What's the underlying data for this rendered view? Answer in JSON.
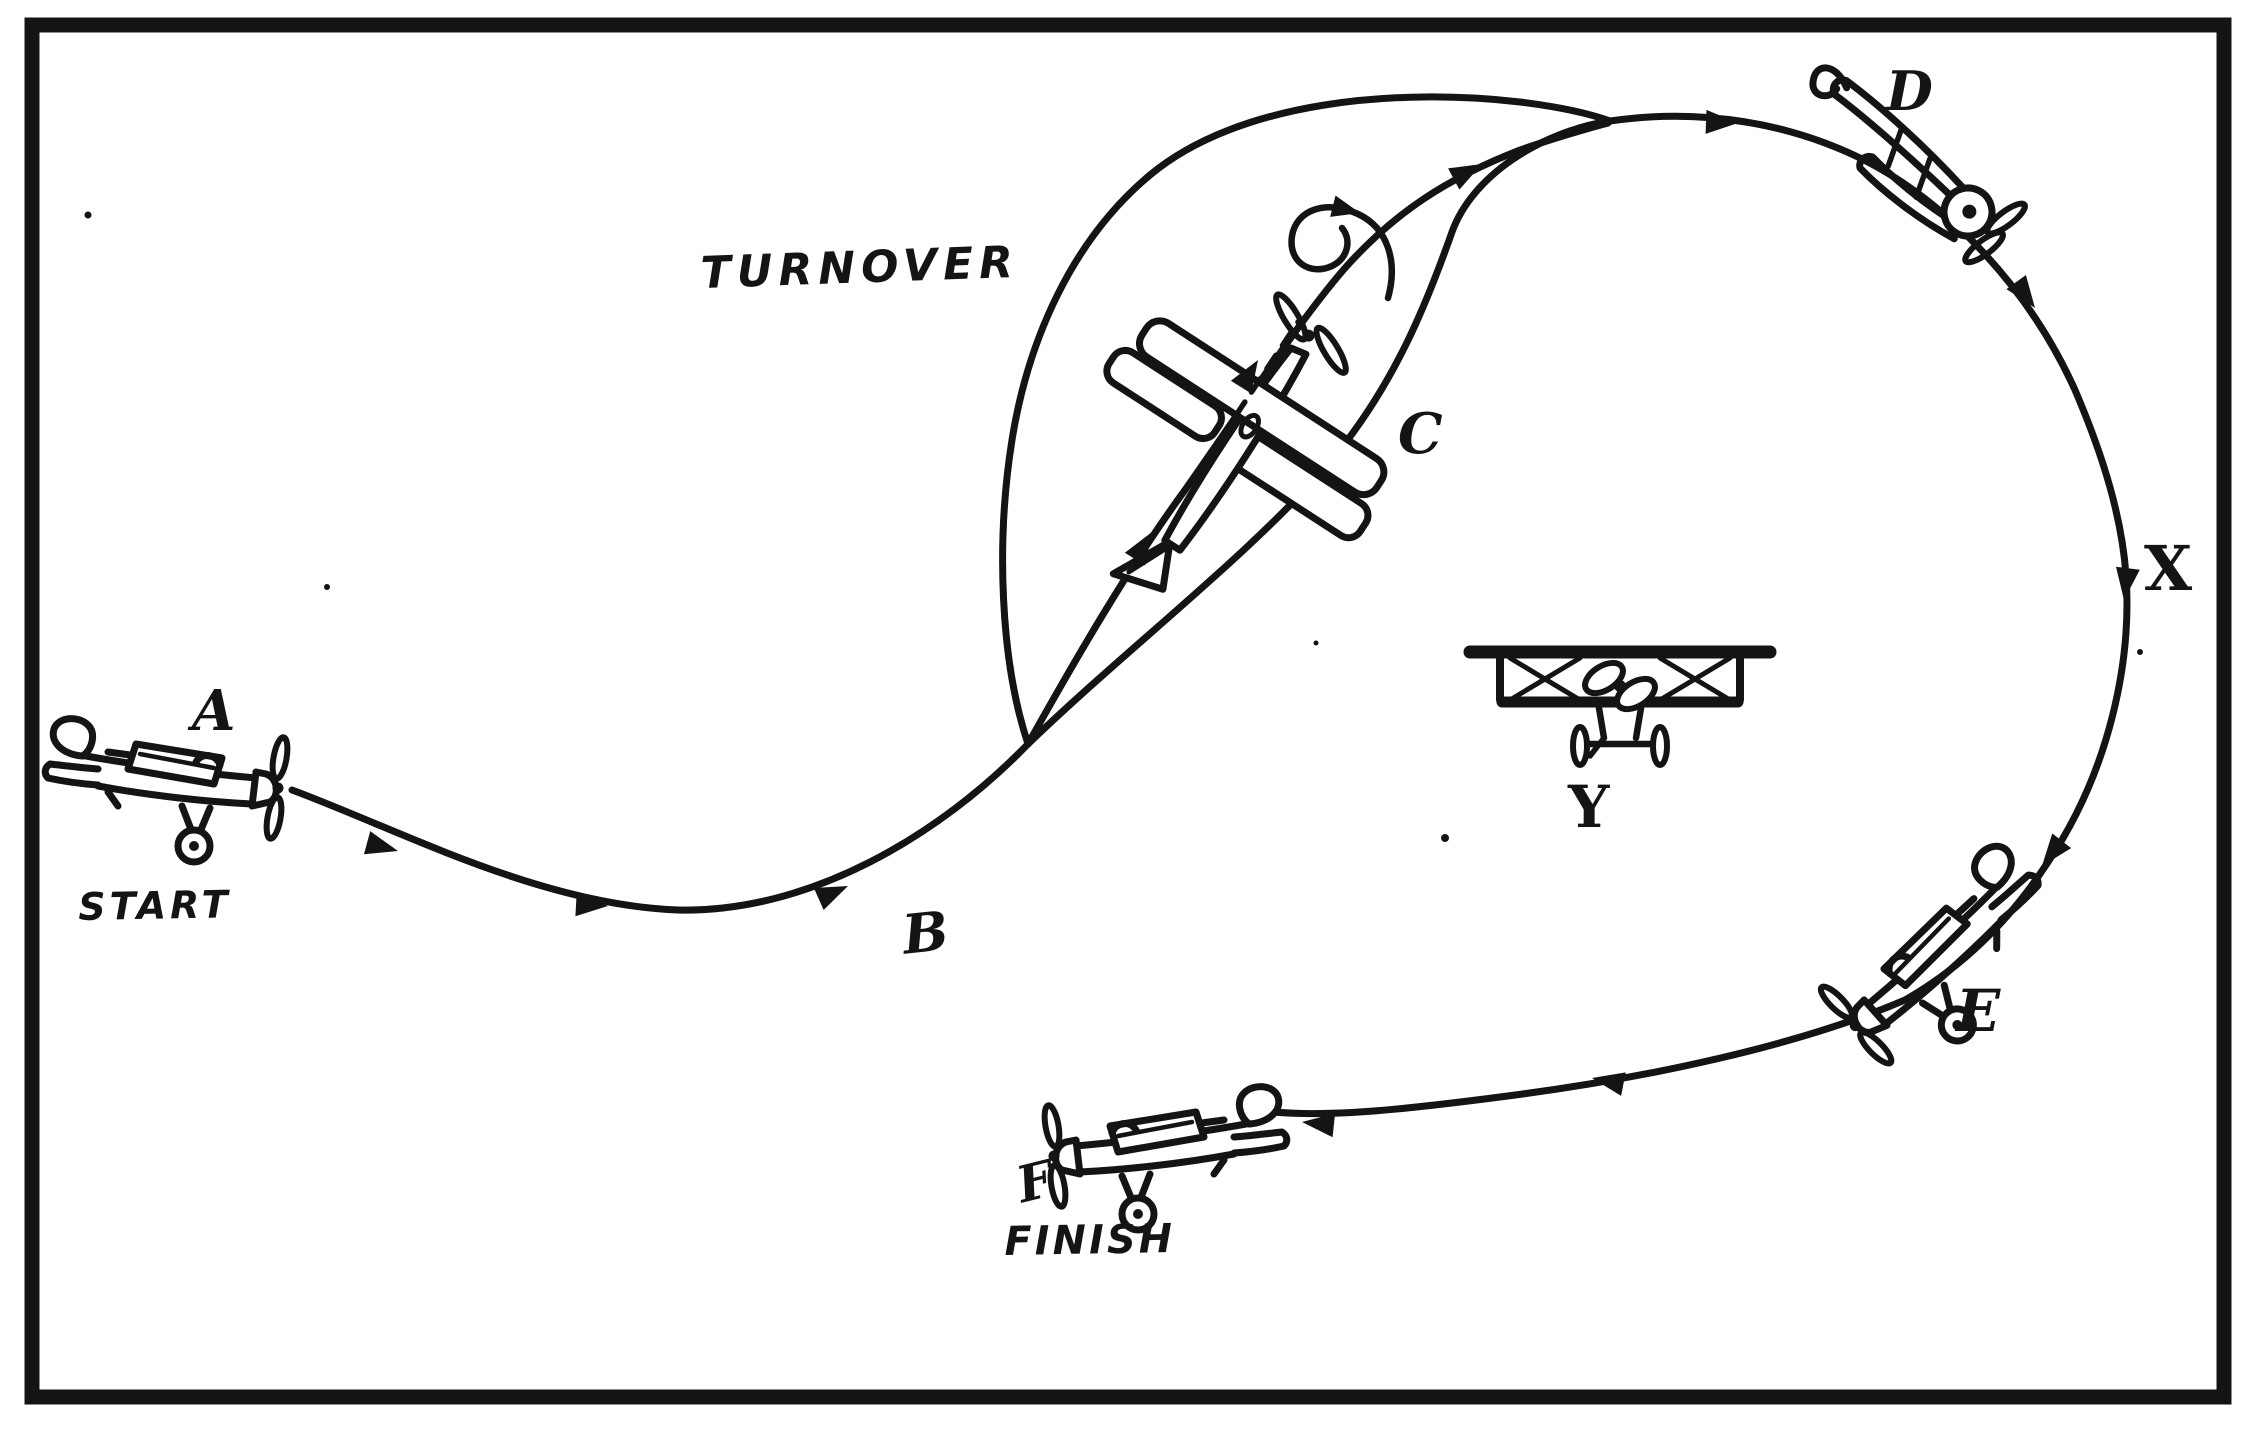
{
  "figure": {
    "maneuver_title": "TURNOVER",
    "caption_labels": {
      "start": "START",
      "finish": "FINISH"
    },
    "point_labels": {
      "a": "A",
      "b": "B",
      "c": "C",
      "d": "D",
      "e": "E",
      "f": "F",
      "x": "X",
      "y": "Y"
    },
    "colors": {
      "ink": "#141414",
      "paper": "#ffffff"
    }
  }
}
